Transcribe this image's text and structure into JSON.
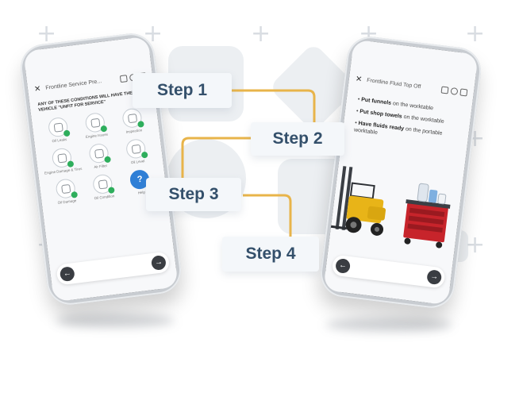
{
  "steps": [
    "Step 1",
    "Step 2",
    "Step 3",
    "Step 4"
  ],
  "accent_color": "#e8b44a",
  "step_text_color": "#34506b",
  "phone_left": {
    "title": "Frontline Service Pre...",
    "heading": "ANY OF THESE CONDITIONS WILL HAVE THE VEHICLE \"UNFIT FOR SERVICE\"",
    "items": [
      {
        "label": "Oil Leaks",
        "icon": "oil-drop-icon"
      },
      {
        "label": "Engine Issues",
        "icon": "engine-icon"
      },
      {
        "label": "Inspection",
        "icon": "clipboard-icon"
      },
      {
        "label": "Engine Damage & Tires",
        "icon": "tire-icon"
      },
      {
        "label": "Air Filter",
        "icon": "filter-icon"
      },
      {
        "label": "Oil Level",
        "icon": "gauge-icon"
      },
      {
        "label": "Oil Damage",
        "icon": "warning-icon"
      },
      {
        "label": "Oil Condition",
        "icon": "drop-icon"
      },
      {
        "label": "Help",
        "icon": "question-icon"
      }
    ],
    "prev_label": "←",
    "next_label": "→"
  },
  "phone_right": {
    "title": "Frontline Fluid Top Off",
    "bullets": [
      {
        "bold": "Put funnels",
        "rest": " on the worktable"
      },
      {
        "bold": "Put shop towels",
        "rest": " on the worktable"
      },
      {
        "bold": "Have fluids ready",
        "rest": " on the portable worktable"
      }
    ],
    "prev_label": "←",
    "next_label": "→"
  }
}
